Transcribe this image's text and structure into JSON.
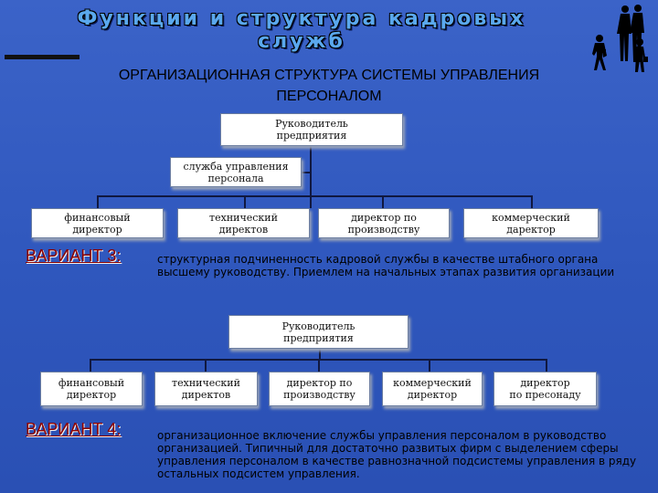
{
  "slide": {
    "title_line1": "Функции и структура кадровых",
    "title_line2": "служб"
  },
  "heading": {
    "line1": "ОРГАНИЗАЦИОННАЯ СТРУКТУРА СИСТЕМЫ УПРАВЛЕНИЯ",
    "line2": "ПЕРСОНАЛОМ"
  },
  "chart1": {
    "head_line1": "Руководитель",
    "head_line2": "предприятия",
    "staff_line1": "служба управления",
    "staff_line2": "персонала",
    "units": [
      {
        "line1": "финансовый",
        "line2": "директор"
      },
      {
        "line1": "технический",
        "line2": "директов"
      },
      {
        "line1": "директор по",
        "line2": "производству"
      },
      {
        "line1": "коммерческий",
        "line2": "даректор"
      }
    ]
  },
  "variant3": {
    "label": "ВАРИАНТ 3:",
    "text": "структурная подчиненность кадровой службы в качестве штабного органа высшему руководству. Приемлем на начальных этапах развития организации"
  },
  "chart2": {
    "head_line1": "Руководитель",
    "head_line2": "предприятия",
    "units": [
      {
        "line1": "финансовый",
        "line2": "директор"
      },
      {
        "line1": "технический",
        "line2": "директов"
      },
      {
        "line1": "директор по",
        "line2": "производству"
      },
      {
        "line1": "коммерческий",
        "line2": "директор"
      },
      {
        "line1": "директор",
        "line2": "по пресонаду"
      }
    ]
  },
  "variant4": {
    "label": "ВАРИАНТ 4:",
    "text": "организационное включение службы управления персоналом в руководство организацией. Типичный для достаточно развитых фирм с выделением сферы управления персоналом в качестве равнозначной подсистемы управления в ряду остальных подсистем управления."
  },
  "colors": {
    "background": "#2f57bd",
    "title": "#5aa8ee",
    "variant_label": "#8b0000"
  },
  "icons": [
    "business-people-silhouettes-icon"
  ]
}
